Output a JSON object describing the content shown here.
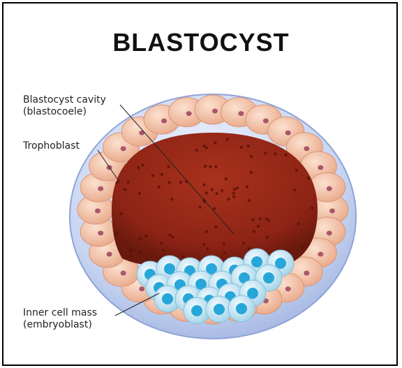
{
  "title": "BLASTOCYST",
  "labels": {
    "cavity": [
      "Blastocyst cavity",
      "(blastocoele)"
    ],
    "trophoblast": "Trophoblast",
    "inner_cell_mass": [
      "Inner cell mass",
      "(embryoblast)"
    ]
  },
  "colors": {
    "frame": "#000000",
    "zona": "#c9d6f2",
    "trophoblast_cell": "#f3c3a6",
    "trophoblast_nucleus": "#a9566a",
    "cavity": "#8e2415",
    "inner_cell": "#cfe9f4",
    "inner_nucleus": "#27a6d9"
  }
}
